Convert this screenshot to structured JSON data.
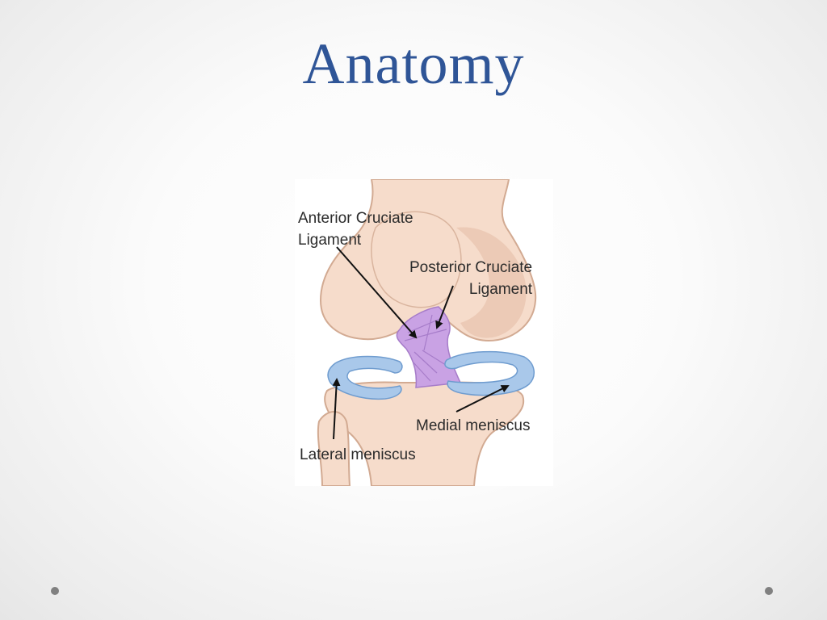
{
  "slide": {
    "title": "Anatomy"
  },
  "diagram": {
    "labels": {
      "acl_line1": "Anterior Cruciate",
      "acl_line2": "Ligament",
      "pcl_line1": "Posterior Cruciate",
      "pcl_line2": "Ligament",
      "medial_meniscus": "Medial meniscus",
      "lateral_meniscus": "Lateral meniscus"
    },
    "colors": {
      "bone": "#f6dccb",
      "bone_outline": "#d2aa92",
      "bone_shadow": "#e8c2ad",
      "ligament": "#c9a2e4",
      "ligament_dark": "#a67cc9",
      "meniscus": "#a9c8ea",
      "meniscus_outline": "#6f9ccf",
      "title": "#2f5597",
      "decor_dot": "#808080"
    }
  }
}
